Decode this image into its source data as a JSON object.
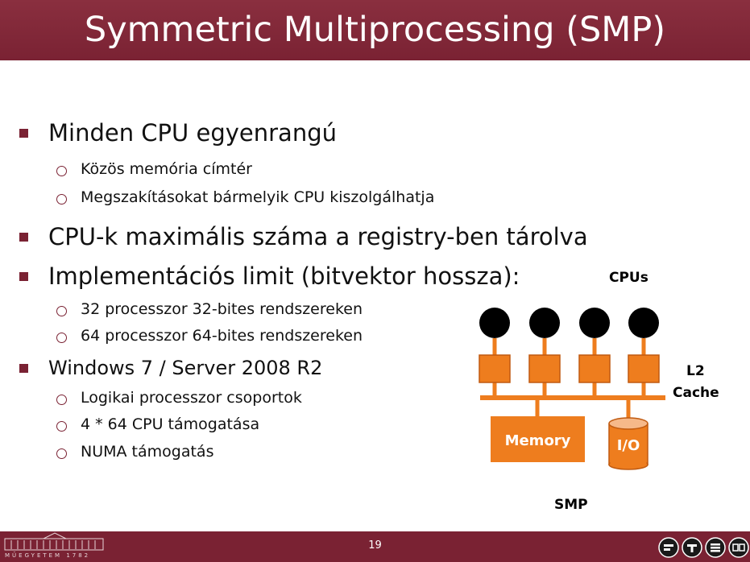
{
  "slide": {
    "title": "Symmetric Multiprocessing (SMP)",
    "page_number": "19"
  },
  "bullets": {
    "b1": "Minden CPU egyenrangú",
    "b1_sub1": "Közös memória címtér",
    "b1_sub2": "Megszakításokat bármelyik CPU kiszolgálhatja",
    "b2": "CPU-k maximális száma a registry-ben tárolva",
    "b3": "Implementációs limit (bitvektor hossza):",
    "b3_sub1": "32 processzor 32-bites rendszereken",
    "b3_sub2": "64 processzor 64-bites rendszereken",
    "b4": "Windows 7 / Server 2008 R2",
    "b4_sub1": "Logikai processzor csoportok",
    "b4_sub2": "4 * 64 CPU támogatása",
    "b4_sub3": "NUMA támogatás"
  },
  "diagram": {
    "cpus_label": "CPUs",
    "l2_label": "L2",
    "cache_label": "Cache",
    "memory_label": "Memory",
    "io_label": "I/O",
    "smp_label": "SMP",
    "colors": {
      "accent": "#ee7d1e",
      "cpu": "#000000",
      "brand": "#7a2233"
    }
  },
  "footer": {
    "logo_text": "MŰEGYETEM 1782",
    "logos": [
      "f-logo",
      "t-logo",
      "s-logo",
      "rg-logo"
    ]
  }
}
